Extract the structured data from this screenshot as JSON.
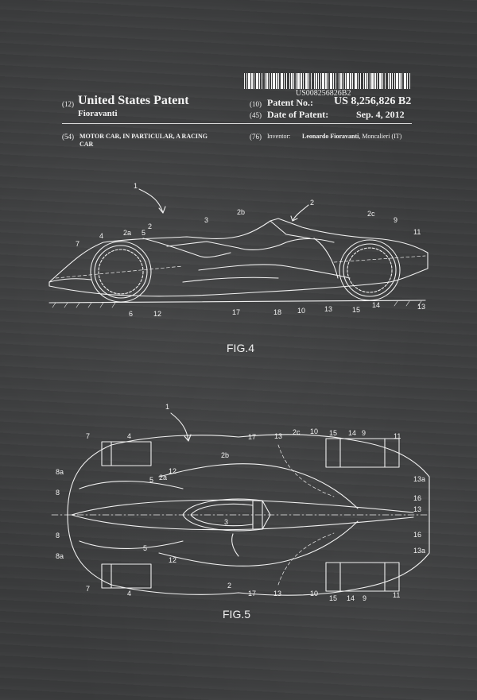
{
  "barcode": {
    "number": "US008256826B2"
  },
  "header": {
    "code12": "(12)",
    "patent_type": "United States Patent",
    "inventor_short": "Fioravanti",
    "code10": "(10)",
    "patent_no_label": "Patent No.:",
    "patent_no": "US 8,256,826 B2",
    "code45": "(45)",
    "date_label": "Date of Patent:",
    "date": "Sep. 4, 2012"
  },
  "details": {
    "code54": "(54)",
    "title_line1": "MOTOR CAR, IN PARTICULAR, A RACING",
    "title_line2": "CAR",
    "code76": "(76)",
    "inventor_label": "Inventor:",
    "inventor_name": "Leonardo Fioravanti",
    "inventor_location": ", Moncalieri (IT)"
  },
  "figures": {
    "fig4": {
      "caption": "FIG.4",
      "refs": [
        "1",
        "2",
        "3",
        "2b",
        "2c",
        "9",
        "11",
        "7",
        "4",
        "2a",
        "5",
        "2",
        "6",
        "12",
        "17",
        "18",
        "10",
        "13",
        "15",
        "14",
        "13"
      ]
    },
    "fig5": {
      "caption": "FIG.5",
      "refs": [
        "1",
        "7",
        "4",
        "17",
        "13",
        "2c",
        "10",
        "15",
        "14",
        "9",
        "11",
        "8a",
        "5",
        "2a",
        "12",
        "8",
        "2b",
        "13a",
        "16",
        "13",
        "3",
        "8",
        "5",
        "16",
        "8a",
        "12",
        "13a",
        "7",
        "4",
        "2",
        "17",
        "13",
        "10",
        "15",
        "14",
        "9",
        "11"
      ]
    }
  }
}
